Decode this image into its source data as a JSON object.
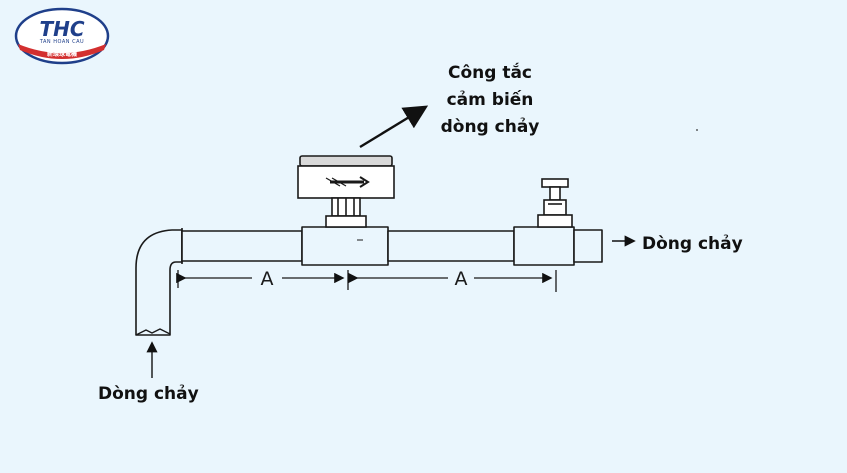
{
  "logo": {
    "brand": "THC",
    "sub": "TAN HOAN CAU",
    "tagline": "新環球電機",
    "colors": {
      "primary": "#1f3f8a",
      "accent": "#d32f2f"
    }
  },
  "labels": {
    "sensor_lines": [
      "Công tắc",
      "cảm biến",
      "dòng chảy"
    ],
    "flow_out": "Dòng chảy",
    "flow_in": "Dòng chảy"
  },
  "dimensions": {
    "left": "A",
    "right": "A"
  },
  "colors": {
    "background": "#eaf6fd",
    "line": "#1a1a1a"
  }
}
